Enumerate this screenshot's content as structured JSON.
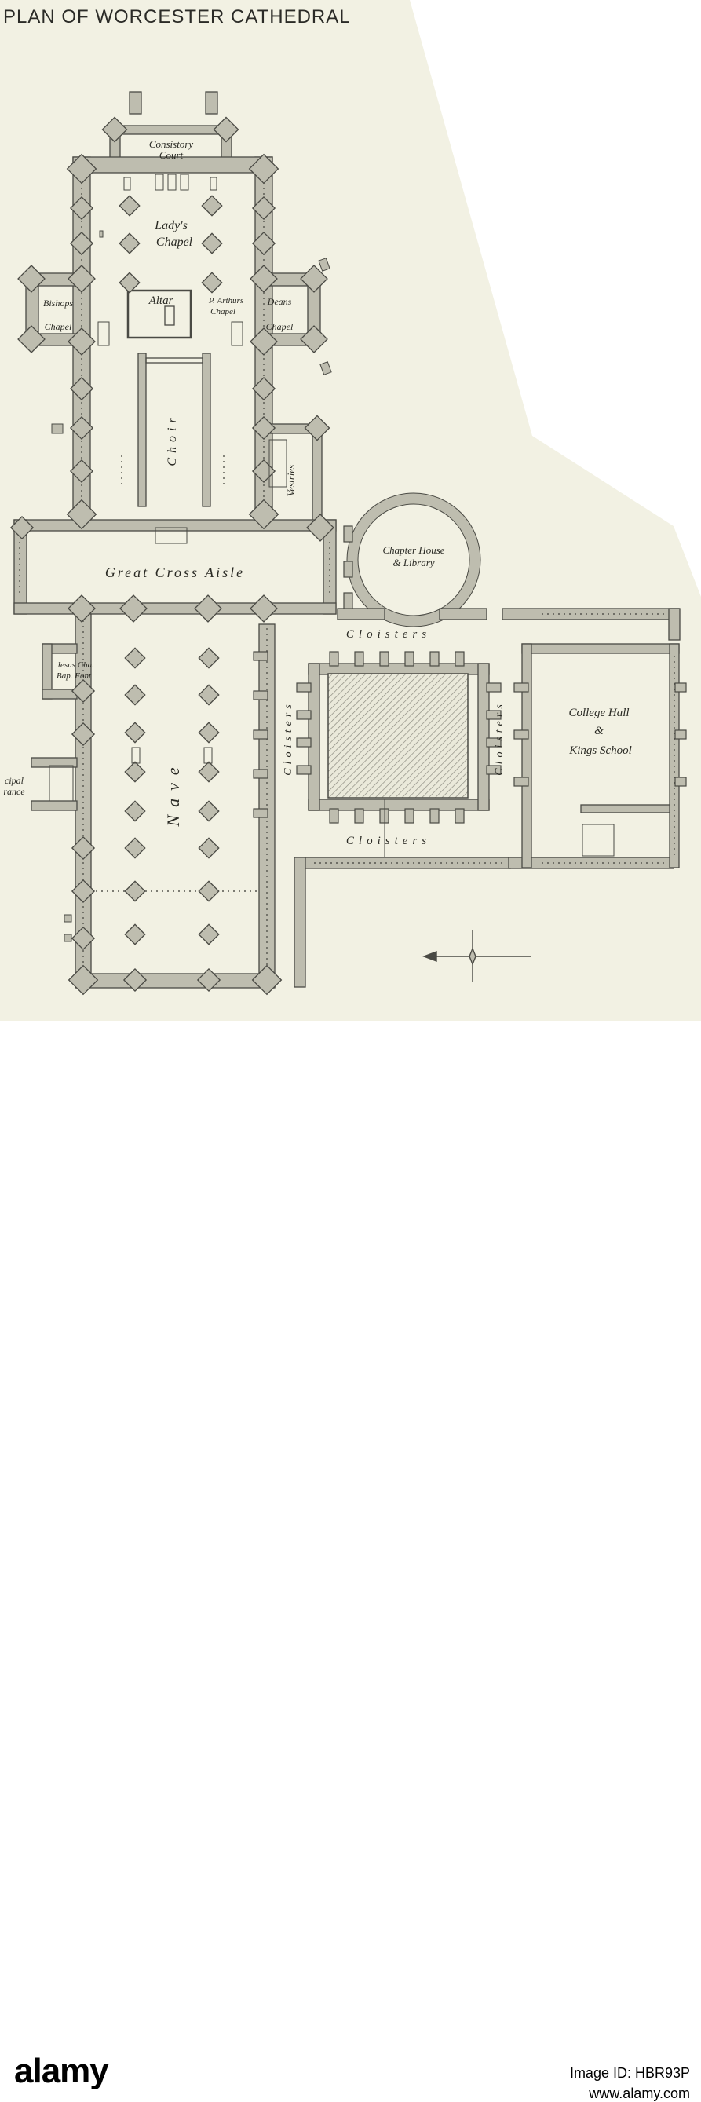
{
  "plan": {
    "title": "PLAN OF WORCESTER CATHEDRAL",
    "labels": {
      "consistory_court_1": "Consistory",
      "consistory_court_2": "Court",
      "ladys_chapel_1": "Lady's",
      "ladys_chapel_2": "Chapel",
      "altar": "Altar",
      "bishops_chapel_1": "Bishops",
      "bishops_chapel_2": "Chapel",
      "prince_arthurs_chapel_1": "P. Arthurs",
      "prince_arthurs_chapel_2": "Chapel",
      "deans_chapel_1": "Deans",
      "deans_chapel_2": "Chapel",
      "choir": "Choir",
      "vestries": "Vestries",
      "chapter_house_1": "Chapter House",
      "chapter_house_2": "& Library",
      "great_cross_aisle": "Great Cross Aisle",
      "cloisters_north": "Cloisters",
      "cloisters_south": "Cloisters",
      "cloisters_west": "Cloisters",
      "cloisters_east": "Cloisters",
      "jesus_chapel_1": "Jesus Cha.",
      "jesus_chapel_2": "Bap. Font",
      "principal_entrance_1": "cipal",
      "principal_entrance_2": "rance",
      "nave": "Nave",
      "college_hall_1": "College Hall",
      "college_hall_2": "&",
      "college_hall_3": "Kings School"
    }
  },
  "footer": {
    "brand": "alamy",
    "image_id_label": "Image ID: HBR93P",
    "site": "www.alamy.com"
  },
  "colors": {
    "paper": "#f2f1e3",
    "wall": "#bebdaf",
    "ink": "#3d3d38"
  }
}
